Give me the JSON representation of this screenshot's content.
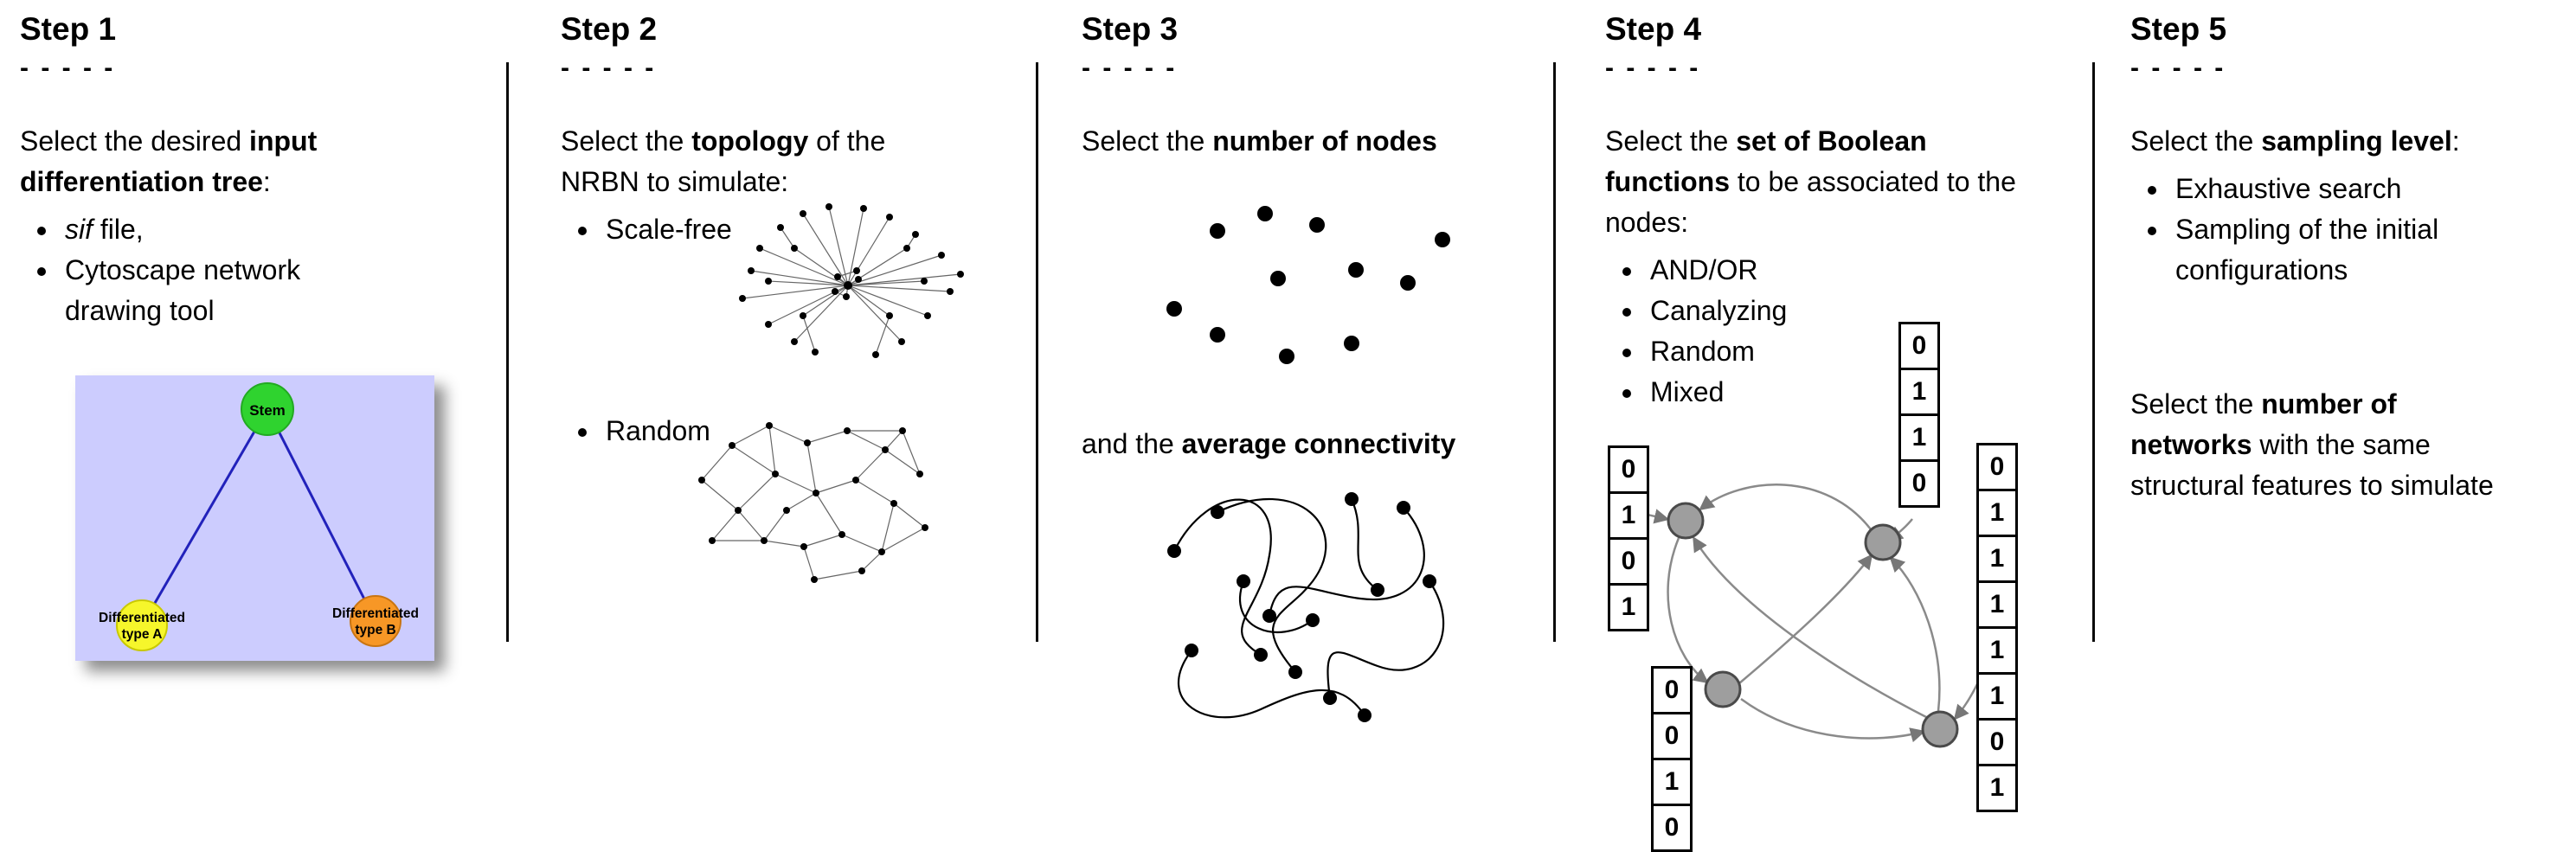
{
  "steps": [
    {
      "title": "Step 1",
      "dashes": "- - - - -",
      "intro": {
        "pre": "Select the desired ",
        "bold": "input differentiation tree",
        "post": ":"
      },
      "bullets": [
        {
          "italic": "sif",
          "rest": " file,"
        },
        {
          "text": "Cytoscape network drawing tool"
        }
      ],
      "tree": {
        "stem": "Stem",
        "type_a": [
          "Differentiated",
          "type A"
        ],
        "type_b": [
          "Differentiated",
          "type B"
        ],
        "colors": {
          "background": "#ccccfe",
          "stem": "#2fd32f",
          "type_a": "#f6f62b",
          "type_b": "#f79726",
          "edge": "#2222bb"
        }
      }
    },
    {
      "title": "Step 2",
      "dashes": "- - - - -",
      "intro": {
        "pre": "Select the ",
        "bold": "topology",
        "post": " of the NRBN to simulate:"
      },
      "bullets": [
        {
          "text": "Scale-free"
        },
        {
          "text": "Random"
        }
      ]
    },
    {
      "title": "Step 3",
      "dashes": "- - - - -",
      "intro": {
        "pre": "Select the ",
        "bold": "number of nodes",
        "post": ""
      },
      "second": {
        "pre": "and the ",
        "bold": "average connectivity",
        "post": ""
      }
    },
    {
      "title": "Step 4",
      "dashes": "- - - - -",
      "intro": {
        "pre": "Select the ",
        "bold": "set of Boolean functions",
        "post": " to be associated to the nodes:"
      },
      "bullets": [
        {
          "text": "AND/OR"
        },
        {
          "text": "Canalyzing"
        },
        {
          "text": "Random"
        },
        {
          "text": "Mixed"
        }
      ],
      "truth_tables": {
        "left": [
          "0",
          "1",
          "0",
          "1"
        ],
        "top": [
          "0",
          "1",
          "1",
          "0"
        ],
        "bottom": [
          "0",
          "0",
          "1",
          "0"
        ],
        "right": [
          "0",
          "1",
          "1",
          "1",
          "1",
          "1",
          "0",
          "1"
        ]
      }
    },
    {
      "title": "Step 5",
      "dashes": "- - - - -",
      "intro": {
        "pre": "Select the ",
        "bold": "sampling level",
        "post": ":"
      },
      "bullets": [
        {
          "text": "Exhaustive search"
        },
        {
          "text": "Sampling of the initial configurations"
        }
      ],
      "second_lines": [
        {
          "pre": "Select the ",
          "bold": "number of"
        },
        {
          "bold": "networks",
          "post": " with the same"
        },
        {
          "text": "structural features to simulate"
        }
      ]
    }
  ]
}
